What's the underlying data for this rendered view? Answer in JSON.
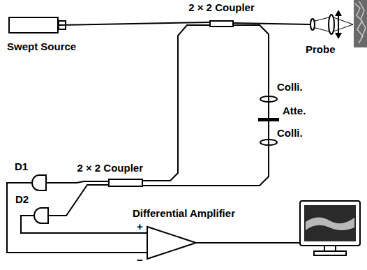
{
  "diagram": {
    "nodes": [
      {
        "text": [
          "Swept Source"
        ]
      },
      {
        "text": [
          "2 × 2 Coupler"
        ]
      },
      {
        "text": [
          "2 × 2 Coupler"
        ]
      },
      {
        "text": [
          "D1"
        ]
      },
      {
        "text": [
          "D2"
        ]
      },
      {
        "text": [
          "Differential Amplifier"
        ]
      }
    ],
    "edges": [
      {
        "from": 0,
        "to": 1,
        "arrow": "none"
      },
      {
        "from": 1,
        "to": 2,
        "arrow": "none"
      },
      {
        "from": 1,
        "to": 2,
        "arrow": "none"
      },
      {
        "from": 2,
        "to": 3,
        "arrow": "none"
      },
      {
        "from": 2,
        "to": 4,
        "arrow": "none"
      },
      {
        "from": 3,
        "to": 5,
        "arrow": "none"
      },
      {
        "from": 4,
        "to": 5,
        "arrow": "none"
      }
    ],
    "labels": [
      "Probe",
      "Colli.",
      "Atte.",
      "Colli.",
      "+",
      "−"
    ]
  }
}
